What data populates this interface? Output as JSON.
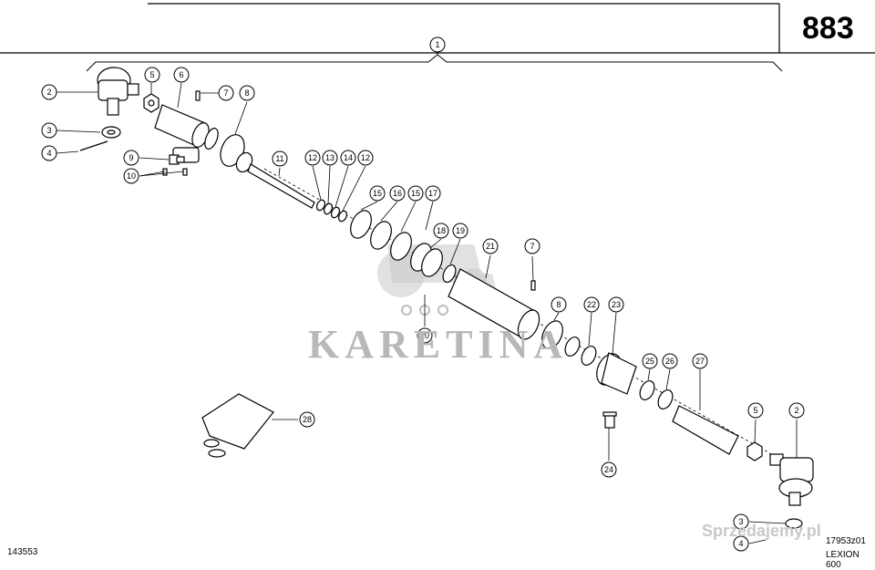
{
  "header": {
    "page_number": "883"
  },
  "footer": {
    "ref_left": "143553",
    "drawing_code": "17953z01",
    "model": "LEXION 600"
  },
  "watermark": {
    "main": "KARETINA",
    "site": "Sprzedajemy.pl"
  },
  "callouts": {
    "c1": "1",
    "c2a": "2",
    "c2b": "2",
    "c3a": "3",
    "c3b": "3",
    "c4a": "4",
    "c4b": "4",
    "c5a": "5",
    "c5b": "5",
    "c6": "6",
    "c7a": "7",
    "c7b": "7",
    "c8a": "8",
    "c8b": "8",
    "c9": "9",
    "c10": "10",
    "c11": "11",
    "c12a": "12",
    "c12b": "12",
    "c13": "13",
    "c14": "14",
    "c15a": "15",
    "c15b": "15",
    "c16": "16",
    "c17": "17",
    "c18": "18",
    "c19": "19",
    "c20": "20",
    "c21": "21",
    "c22": "22",
    "c23": "23",
    "c24": "24",
    "c25": "25",
    "c26": "26",
    "c27": "27",
    "c28": "28"
  }
}
